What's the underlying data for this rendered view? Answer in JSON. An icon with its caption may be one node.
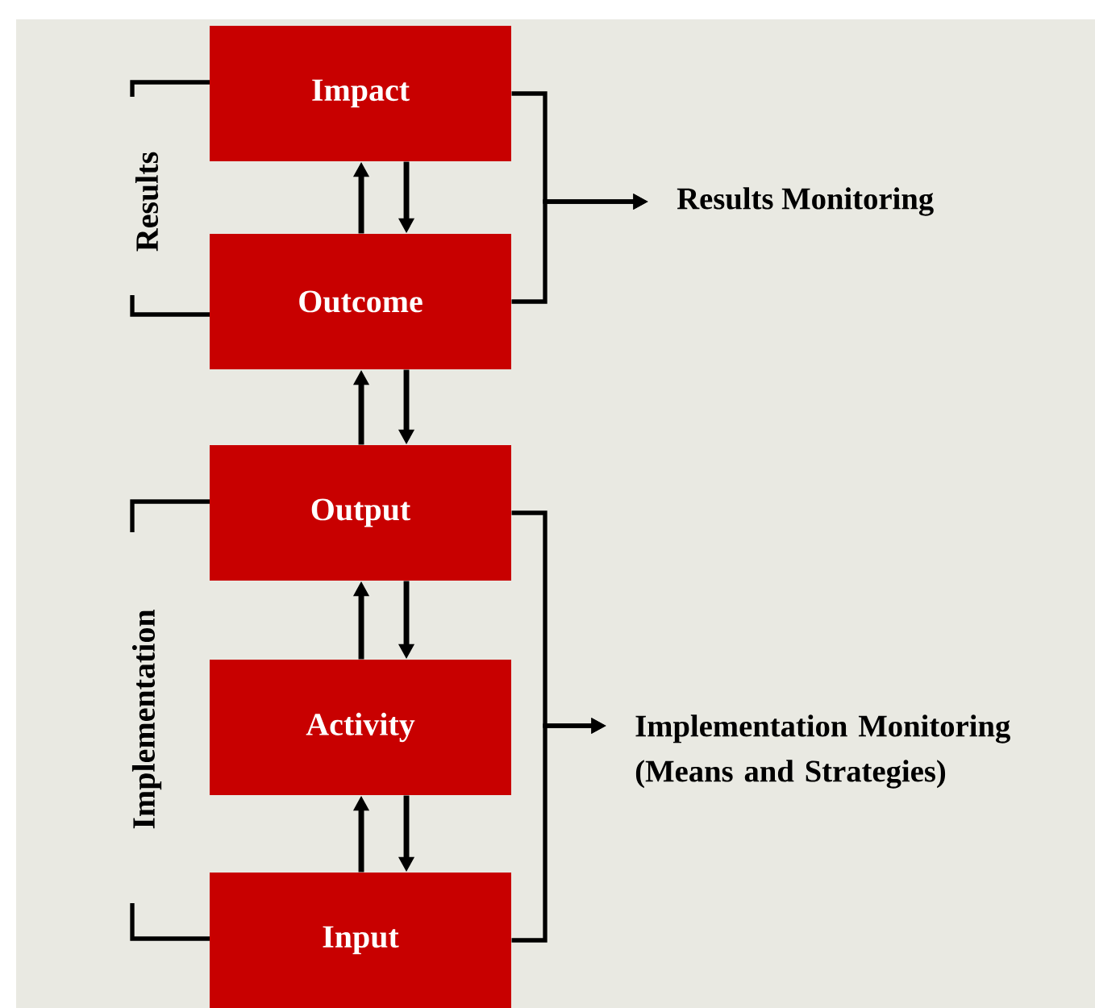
{
  "diagram": {
    "nodes": [
      {
        "text": [
          "Impact"
        ]
      },
      {
        "text": [
          "Outcome"
        ]
      },
      {
        "text": [
          "Output"
        ]
      },
      {
        "text": [
          "Activity"
        ]
      },
      {
        "text": [
          "Input"
        ]
      },
      {
        "text": [
          "Results Monitoring"
        ]
      },
      {
        "text": [
          "Implementation Monitoring (Means and Strategies)"
        ]
      }
    ],
    "edges": [
      {
        "from": 1,
        "to": 0,
        "arrow": "to"
      },
      {
        "from": 0,
        "to": 1,
        "arrow": "to"
      },
      {
        "from": 2,
        "to": 1,
        "arrow": "to"
      },
      {
        "from": 1,
        "to": 2,
        "arrow": "to"
      },
      {
        "from": 3,
        "to": 2,
        "arrow": "to"
      },
      {
        "from": 2,
        "to": 3,
        "arrow": "to"
      },
      {
        "from": 4,
        "to": 3,
        "arrow": "to"
      },
      {
        "from": 3,
        "to": 4,
        "arrow": "to"
      },
      {
        "from": 0,
        "to": 5,
        "arrow": "to"
      },
      {
        "from": 1,
        "to": 5,
        "arrow": "to"
      },
      {
        "from": 2,
        "to": 6,
        "arrow": "to"
      },
      {
        "from": 4,
        "to": 6,
        "arrow": "to"
      }
    ],
    "labels": [
      "Results",
      "Implementation"
    ]
  }
}
